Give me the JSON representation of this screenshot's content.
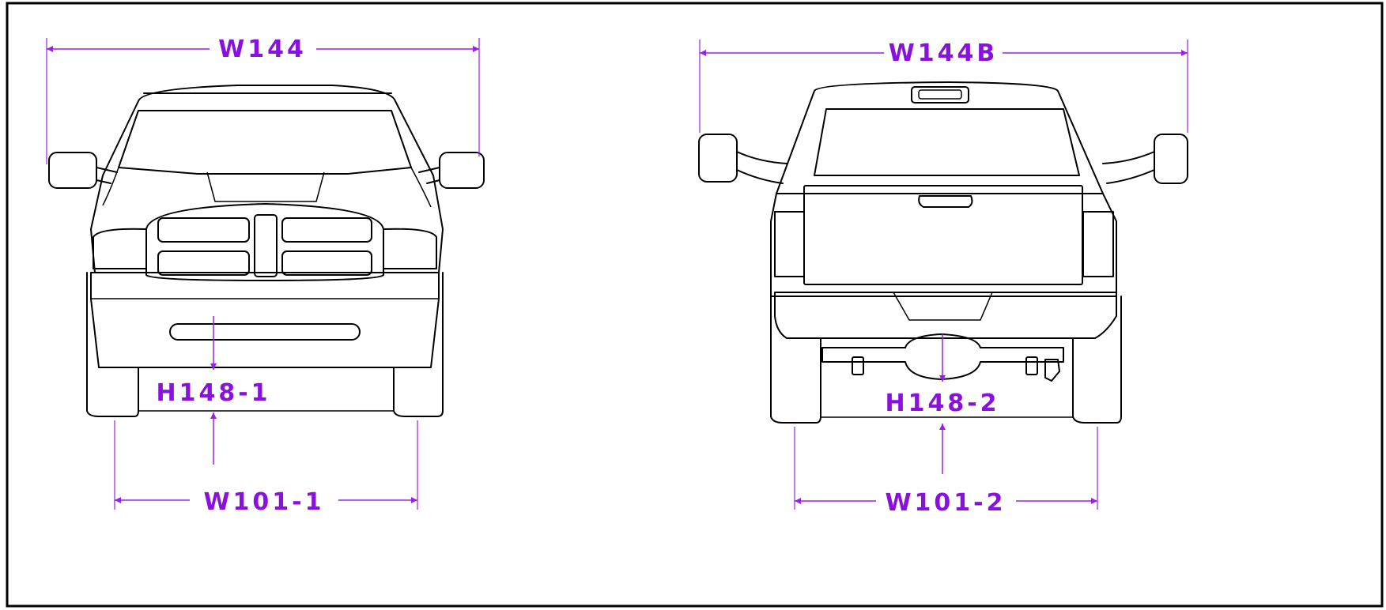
{
  "diagram": {
    "front_view": {
      "overall_width_label": "W144",
      "ground_clearance_label": "H148-1",
      "track_width_label": "W101-1"
    },
    "rear_view": {
      "overall_width_label": "W144B",
      "ground_clearance_label": "H148-2",
      "track_width_label": "W101-2"
    },
    "colors": {
      "dimension": "#8a10e0",
      "outline": "#000000",
      "background": "#ffffff"
    }
  }
}
